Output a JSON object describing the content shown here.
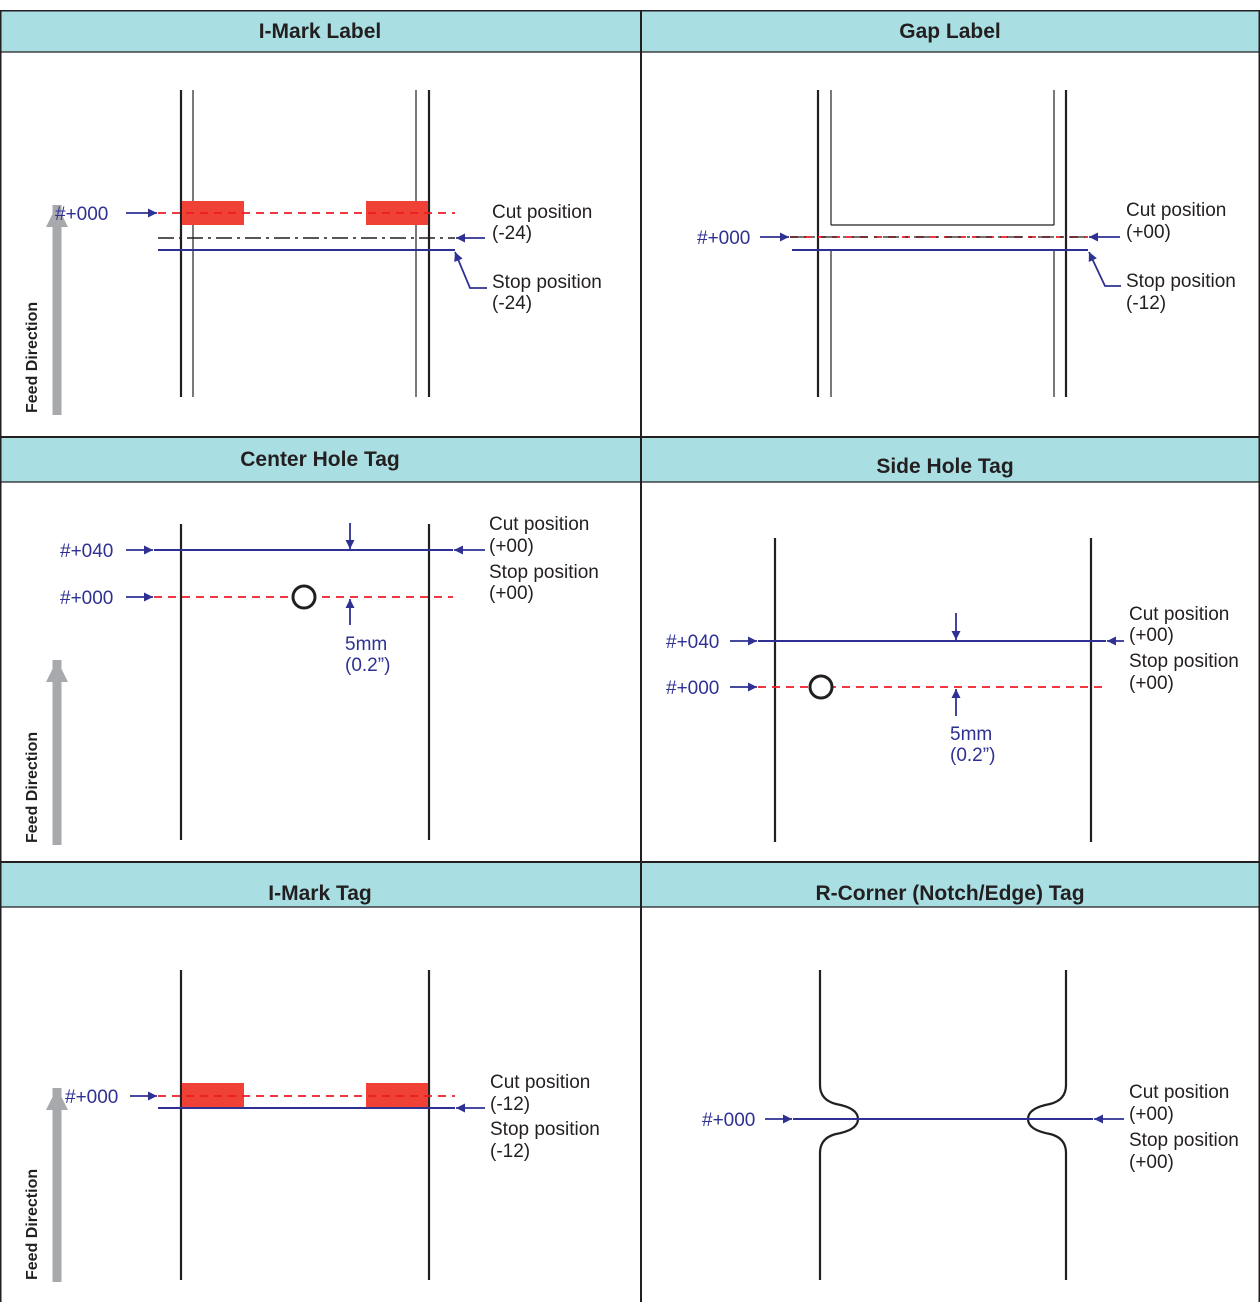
{
  "colors": {
    "header_bg": "#a9dfe3",
    "media_line": "#231f20",
    "blue_line": "#2e3192",
    "red_dash": "#ed1c24",
    "red_mark": "#ef4136",
    "feed_arrow": "#a7a9ac"
  },
  "feed_direction": "Feed Direction",
  "panels": {
    "imark_label": {
      "title": "I-Mark Label",
      "offset": "#+000",
      "cut_label": "Cut position",
      "cut_value": "(-24)",
      "stop_label": "Stop position",
      "stop_value": "(-24)"
    },
    "gap_label": {
      "title": "Gap Label",
      "offset": "#+000",
      "cut_label": "Cut position",
      "cut_value": "(+00)",
      "stop_label": "Stop position",
      "stop_value": "(-12)"
    },
    "center_hole_tag": {
      "title": "Center Hole Tag",
      "offset_top": "#+040",
      "offset_bottom": "#+000",
      "cut_label": "Cut position",
      "cut_value": "(+00)",
      "stop_label": "Stop position",
      "stop_value": "(+00)",
      "dim_mm": "5mm",
      "dim_in": "(0.2”)"
    },
    "side_hole_tag": {
      "title": "Side Hole Tag",
      "offset_top": "#+040",
      "offset_bottom": "#+000",
      "cut_label": "Cut position",
      "cut_value": "(+00)",
      "stop_label": "Stop position",
      "stop_value": "(+00)",
      "dim_mm": "5mm",
      "dim_in": "(0.2”)"
    },
    "imark_tag": {
      "title": "I-Mark Tag",
      "offset": "#+000",
      "cut_label": "Cut position",
      "cut_value": "(-12)",
      "stop_label": "Stop position",
      "stop_value": "(-12)"
    },
    "rcorner_tag": {
      "title": "R-Corner (Notch/Edge) Tag",
      "offset": "#+000",
      "cut_label": "Cut position",
      "cut_value": "(+00)",
      "stop_label": "Stop position",
      "stop_value": "(+00)"
    }
  }
}
